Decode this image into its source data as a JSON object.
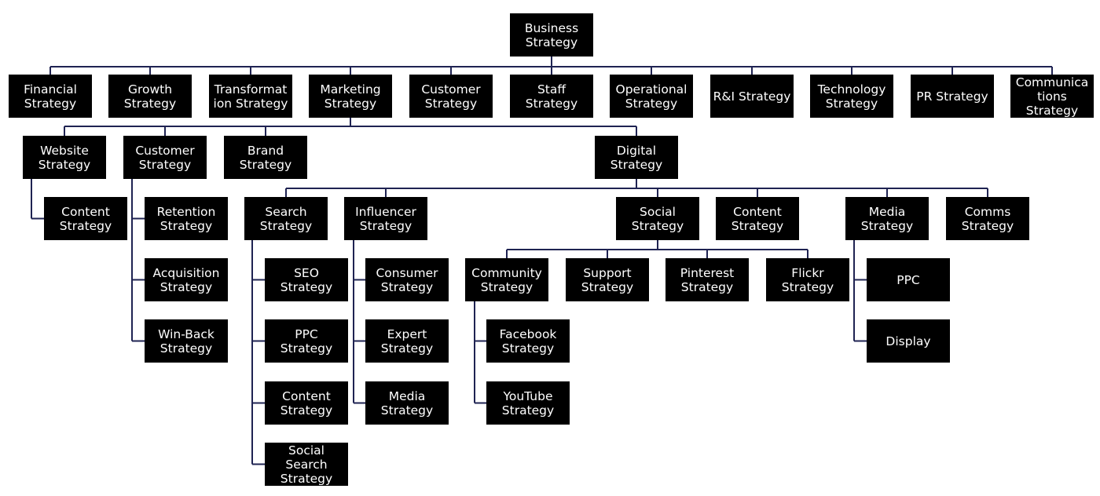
{
  "colors": {
    "box": "#000000",
    "text": "#ffffff",
    "line": "#1f2352",
    "background": "#ffffff"
  },
  "nodes": {
    "business": {
      "label": "Business\nStrategy"
    },
    "financial": {
      "label": "Financial\nStrategy"
    },
    "growth": {
      "label": "Growth\nStrategy"
    },
    "transformation": {
      "label": "Transformat\nion Strategy"
    },
    "marketing": {
      "label": "Marketing\nStrategy"
    },
    "customer_top": {
      "label": "Customer\nStrategy"
    },
    "staff": {
      "label": "Staff\nStrategy"
    },
    "operational": {
      "label": "Operational\nStrategy"
    },
    "rni": {
      "label": "R&I Strategy"
    },
    "technology": {
      "label": "Technology\nStrategy"
    },
    "pr": {
      "label": "PR Strategy"
    },
    "communications": {
      "label": "Communica\ntions\nStrategy"
    },
    "website": {
      "label": "Website\nStrategy"
    },
    "customer_mkt": {
      "label": "Customer\nStrategy"
    },
    "brand": {
      "label": "Brand\nStrategy"
    },
    "digital": {
      "label": "Digital\nStrategy"
    },
    "web_content": {
      "label": "Content\nStrategy"
    },
    "retention": {
      "label": "Retention\nStrategy"
    },
    "acquisition": {
      "label": "Acquisition\nStrategy"
    },
    "winback": {
      "label": "Win-Back\nStrategy"
    },
    "search": {
      "label": "Search\nStrategy"
    },
    "influencer": {
      "label": "Influencer\nStrategy"
    },
    "social": {
      "label": "Social\nStrategy"
    },
    "dig_content": {
      "label": "Content\nStrategy"
    },
    "media": {
      "label": "Media\nStrategy"
    },
    "comms": {
      "label": "Comms\nStrategy"
    },
    "seo": {
      "label": "SEO\nStrategy"
    },
    "ppc_search": {
      "label": "PPC\nStrategy"
    },
    "search_content": {
      "label": "Content\nStrategy"
    },
    "social_search": {
      "label": "Social\nSearch\nStrategy"
    },
    "consumer": {
      "label": "Consumer\nStrategy"
    },
    "expert": {
      "label": "Expert\nStrategy"
    },
    "inf_media": {
      "label": "Media\nStrategy"
    },
    "community": {
      "label": "Community\nStrategy"
    },
    "support": {
      "label": "Support\nStrategy"
    },
    "pinterest": {
      "label": "Pinterest\nStrategy"
    },
    "flickr": {
      "label": "Flickr\nStrategy"
    },
    "facebook": {
      "label": "Facebook\nStrategy"
    },
    "youtube": {
      "label": "YouTube\nStrategy"
    },
    "ppc_media": {
      "label": "PPC"
    },
    "display": {
      "label": "Display"
    }
  }
}
